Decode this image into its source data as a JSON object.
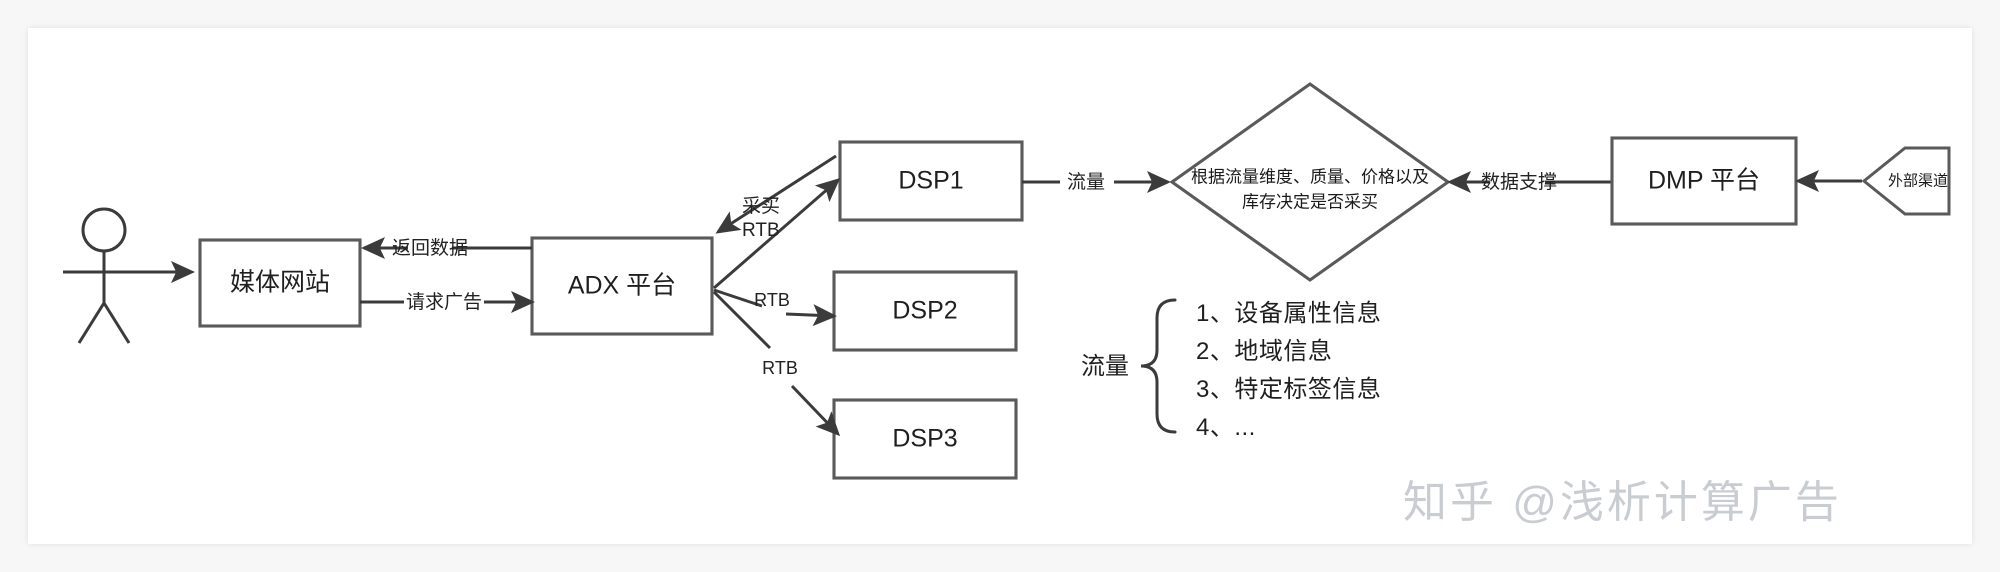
{
  "diagram": {
    "title": "RTB 程序化广告交易流程图",
    "type": "flowchart",
    "background": "#ffffff",
    "page_background": "#f7f7f8",
    "stroke_color": "#5a5a5a",
    "text_color": "#262626",
    "watermark_color": "#c9cdd2"
  },
  "actors": {
    "user": {
      "name": "stick-figure-user",
      "label": ""
    }
  },
  "nodes": {
    "media_site": {
      "label": "媒体网站",
      "shape": "rect"
    },
    "adx": {
      "label": "ADX 平台",
      "shape": "rect"
    },
    "dsp1": {
      "label": "DSP1",
      "shape": "rect"
    },
    "dsp2": {
      "label": "DSP2",
      "shape": "rect"
    },
    "dsp3": {
      "label": "DSP3",
      "shape": "rect"
    },
    "decision": {
      "label_line1": "根据流量维度、质量、价格以及",
      "label_line2": "库存决定是否采买",
      "shape": "diamond"
    },
    "dmp": {
      "label": "DMP 平台",
      "shape": "rect"
    },
    "external": {
      "label": "外部渠道",
      "shape": "arrow-left"
    }
  },
  "edges": {
    "user_to_media": {
      "label": ""
    },
    "adx_to_media": {
      "label": "返回数据"
    },
    "media_to_adx": {
      "label": "请求广告"
    },
    "adx_dsp1_out": {
      "label_line1": "采买",
      "label_line2": "RTB"
    },
    "adx_dsp2": {
      "label": "RTB"
    },
    "adx_dsp3": {
      "label": "RTB"
    },
    "dsp1_to_decision": {
      "label": "流量"
    },
    "dmp_to_decision": {
      "label": "数据支撑"
    },
    "external_to_dmp": {
      "label": ""
    }
  },
  "traffic_note": {
    "title": "流量",
    "items": [
      "1、设备属性信息",
      "2、地域信息",
      "3、特定标签信息",
      "4、..."
    ]
  },
  "watermark": {
    "text": "知乎 @浅析计算广告"
  }
}
